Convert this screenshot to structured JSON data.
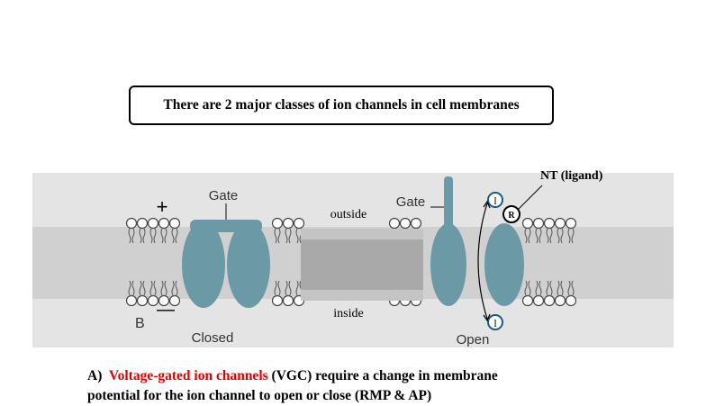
{
  "slide": {
    "title": "There are 2 major classes of ion channels in cell membranes",
    "diagram": {
      "label_gate_left": "Gate",
      "label_gate_right": "Gate",
      "label_outside": "outside",
      "label_inside": "inside",
      "label_plus": "+",
      "label_minus": "—",
      "label_panel": "B",
      "label_closed": "Closed",
      "label_open": "Open",
      "label_receptor": "R",
      "label_ligand_top": "l",
      "label_ligand_bottom": "l",
      "nt_label": "NT (ligand)"
    },
    "bottom": {
      "prefix": "A)  ",
      "highlight": "Voltage-gated ion channels",
      "line1_rest": " (VGC) require a change in membrane",
      "line2": "potential for the ion channel to open or close (RMP & AP)"
    },
    "colors": {
      "channel_teal": "#6b9aa6",
      "pore_gray": "#a9a9a9",
      "highlight_red": "#e00000"
    }
  }
}
